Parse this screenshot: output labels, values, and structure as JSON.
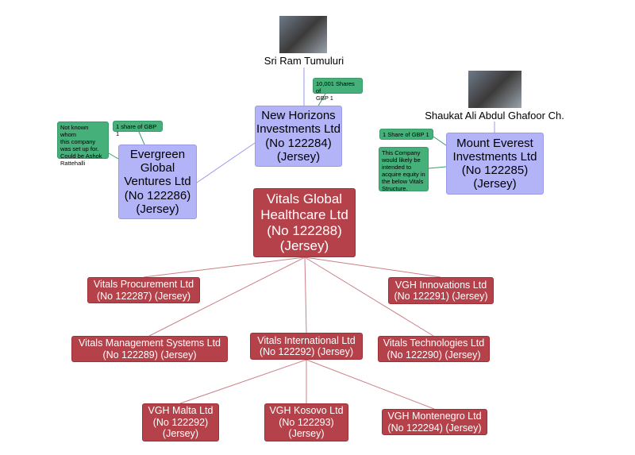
{
  "people": [
    {
      "name": "Sri Ram Tumuluri"
    },
    {
      "name": "Shaukat Ali Abdul Ghafoor Ch."
    }
  ],
  "nodes": {
    "new_horizons": "New Horizons\nInvestments Ltd\n(No 122284)\n(Jersey)",
    "evergreen": "Evergreen\nGlobal\nVentures Ltd\n(No 122286)\n(Jersey)",
    "mount_everest": "Mount Everest\nInvestments Ltd\n(No 122285)\n(Jersey)",
    "vitals_global": "Vitals Global\nHealthcare Ltd\n(No 122288)\n(Jersey)",
    "procurement": "Vitals Procurement Ltd\n(No 122287) (Jersey)",
    "innovations": "VGH Innovations Ltd\n(No 122291) (Jersey)",
    "management": "Vitals Management Systems Ltd\n(No 122289) (Jersey)",
    "international": "Vitals International Ltd\n(No 122292) (Jersey)",
    "technologies": "Vitals Technologies Ltd\n(No 122290) (Jersey)",
    "malta": "VGH Malta Ltd\n(No 122292)\n(Jersey)",
    "kosovo": "VGH Kosovo Ltd\n(No 122293)\n(Jersey)",
    "montenegro": "VGH Montenegro Ltd\n(No 122294) (Jersey)"
  },
  "notes": {
    "nh_shares": "10,001 Shares of\nGBP 1",
    "eg_share": "1 share of GBP 1",
    "eg_unknown": "Not known whom\nthis company\nwas set up for.\nCould be Ashok\nRattehalli",
    "me_share": "1 Share of GBP 1",
    "me_note": "This Company\nwould likely be\nintended to\nacquire equity in\nthe below Vitals\nStructure."
  },
  "colors": {
    "blue": "#b3b3f8",
    "red": "#b5424a",
    "green": "#45b07a"
  }
}
